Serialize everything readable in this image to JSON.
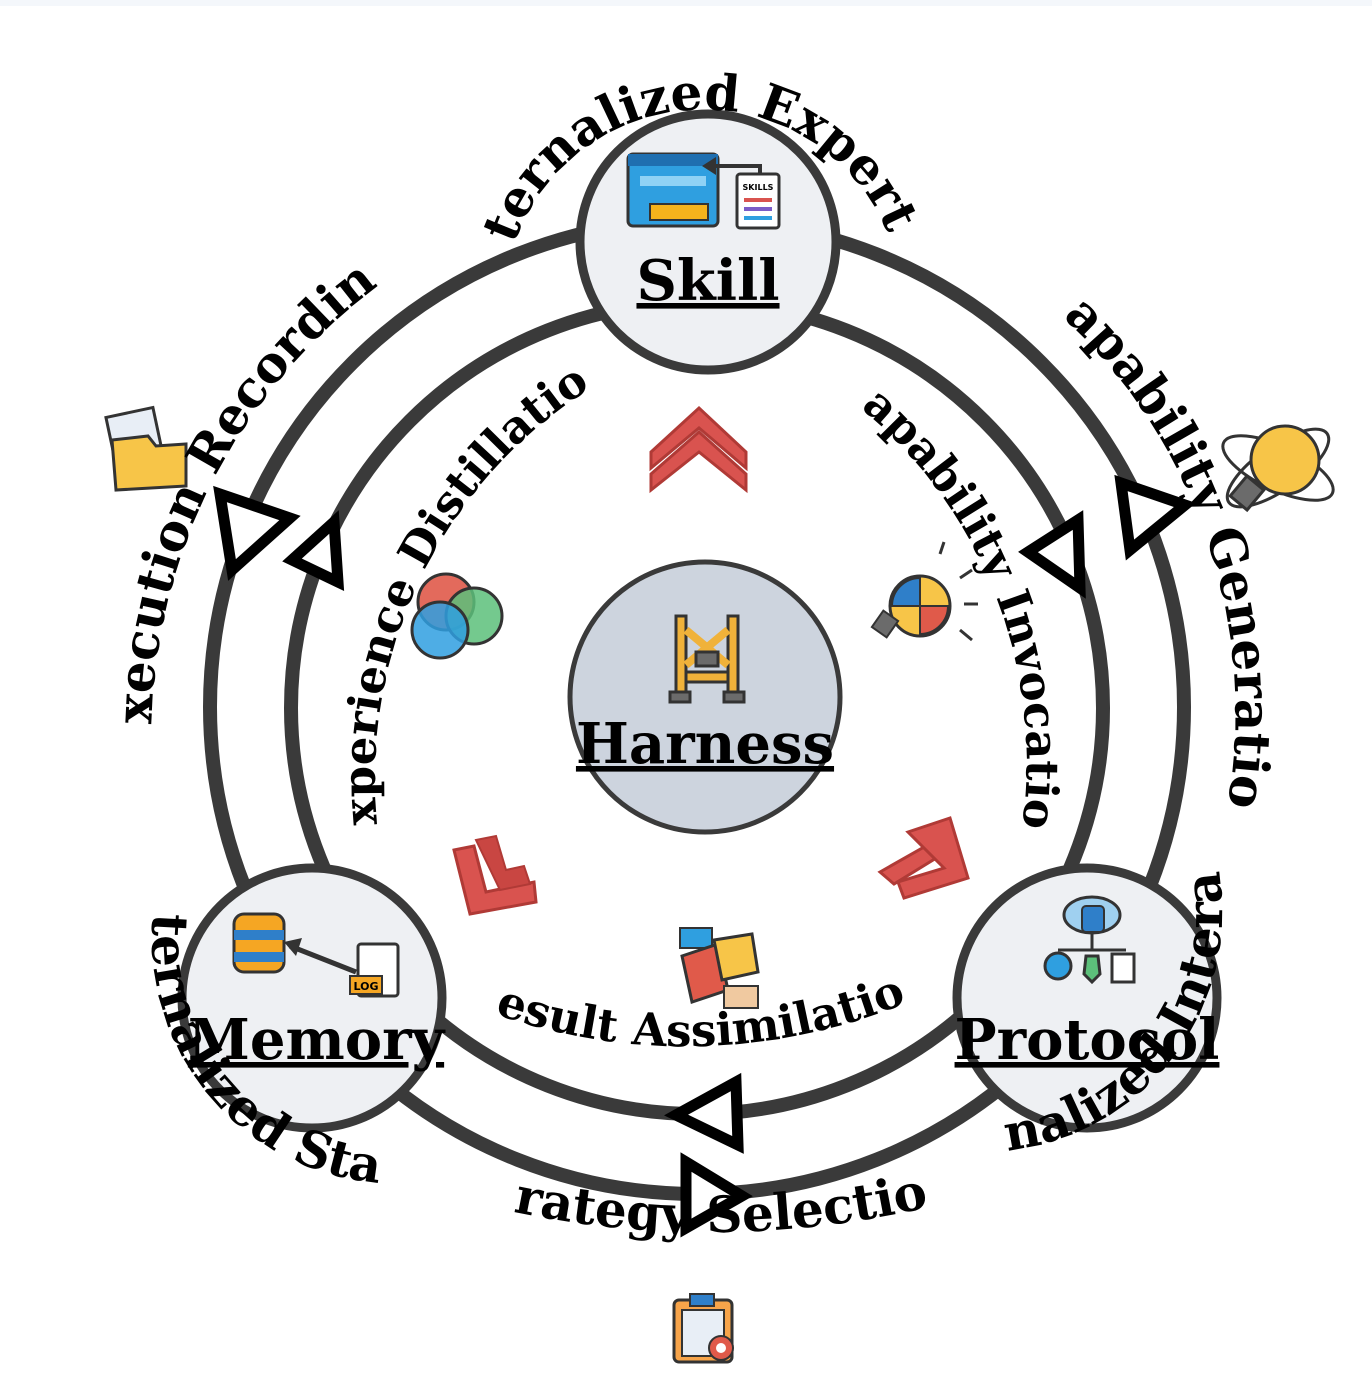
{
  "center": {
    "label": "Harness",
    "icon": "harness-icon"
  },
  "nodes": {
    "skill": {
      "label": "Skill",
      "icon": "skills-code-icon",
      "icon_badge": "SKILLS"
    },
    "memory": {
      "label": "Memory",
      "icon": "database-log-icon",
      "icon_badge": "LOG"
    },
    "protocol": {
      "label": "Protocol",
      "icon": "cloud-network-icon"
    }
  },
  "outer_labels": {
    "skill": "Externalized Expertise",
    "memory": "Externalized State",
    "protocol": "Externalized Interaction"
  },
  "outer_cycle": {
    "left": "Execution Recording",
    "right": "Capability Generation",
    "bottom": "Strategy Selection"
  },
  "inner_cycle": {
    "left": "Experience Distillation",
    "right": "Capability Invocation",
    "bottom": "Result Assimilation"
  },
  "icons": {
    "execution_recording": "folder-files-icon",
    "capability_generation": "lightbulb-atom-icon",
    "strategy_selection": "clipboard-target-icon",
    "experience_distillation": "venn-diagram-icon",
    "capability_invocation": "puzzle-lightbulb-icon",
    "result_assimilation": "hands-puzzle-icon"
  },
  "colors": {
    "node_fill": "#eef0f3",
    "center_fill": "#cdd4de",
    "ring_stroke": "#3a3a3a",
    "chevron_red": "#d9534f",
    "chevron_dark": "#b03a36"
  }
}
